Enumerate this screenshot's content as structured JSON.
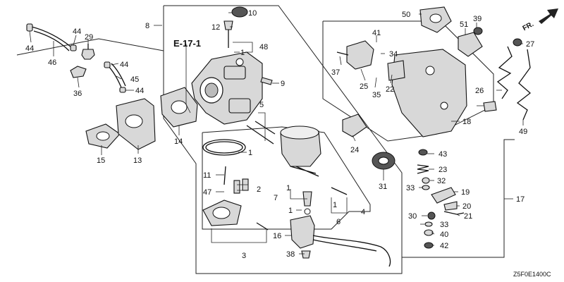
{
  "diagram": {
    "section_ref": "E-17-1",
    "drawing_code": "Z5F0E1400C",
    "direction_label": "FR.",
    "callouts": {
      "p1a": "1",
      "p1b": "1",
      "p1c": "1",
      "p1d": "1",
      "p1e": "1",
      "p2": "2",
      "p3": "3",
      "p4": "4",
      "p5": "5",
      "p6": "6",
      "p7": "7",
      "p8": "8",
      "p9": "9",
      "p10": "10",
      "p11": "11",
      "p12": "12",
      "p13": "13",
      "p14": "14",
      "p15": "15",
      "p16": "16",
      "p17": "17",
      "p18": "18",
      "p19": "19",
      "p20": "20",
      "p21": "21",
      "p22": "22",
      "p23": "23",
      "p24": "24",
      "p25": "25",
      "p26": "26",
      "p27": "27",
      "p29": "29",
      "p30": "30",
      "p31": "31",
      "p32": "32",
      "p33a": "33",
      "p33b": "33",
      "p34": "34",
      "p35": "35",
      "p36": "36",
      "p37": "37",
      "p38": "38",
      "p39": "39",
      "p40": "40",
      "p41": "41",
      "p42": "42",
      "p43": "43",
      "p44a": "44",
      "p44b": "44",
      "p44c": "44",
      "p44d": "44",
      "p45": "45",
      "p46": "46",
      "p47": "47",
      "p48": "48",
      "p49": "49",
      "p50": "50",
      "p51": "51"
    }
  }
}
